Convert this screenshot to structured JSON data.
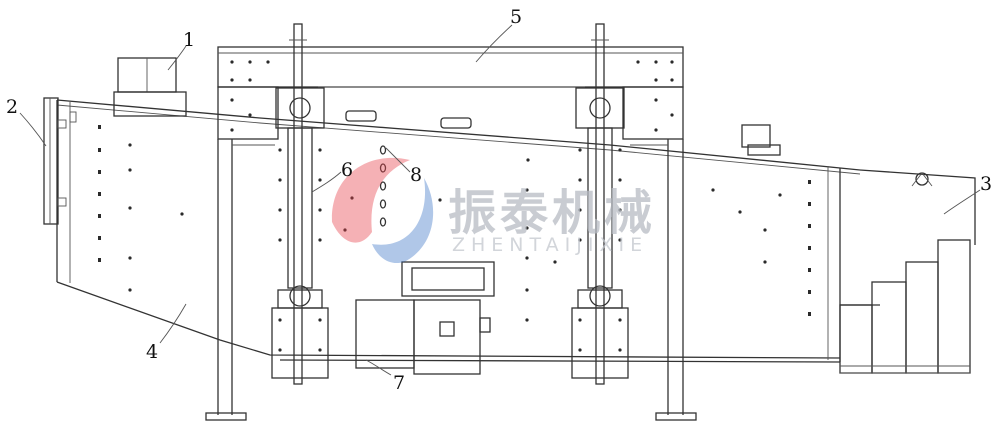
{
  "diagram": {
    "callouts": [
      {
        "id": "1",
        "text": "1"
      },
      {
        "id": "2",
        "text": "2"
      },
      {
        "id": "3",
        "text": "3"
      },
      {
        "id": "4",
        "text": "4"
      },
      {
        "id": "5",
        "text": "5"
      },
      {
        "id": "6",
        "text": "6"
      },
      {
        "id": "7",
        "text": "7"
      },
      {
        "id": "8",
        "text": "8"
      }
    ]
  },
  "watermark": {
    "brand_cn": "振泰机械",
    "brand_en": "ZHENTAIJIXIE",
    "logo_colors": [
      "#e8414b",
      "#2e6cc4"
    ]
  }
}
